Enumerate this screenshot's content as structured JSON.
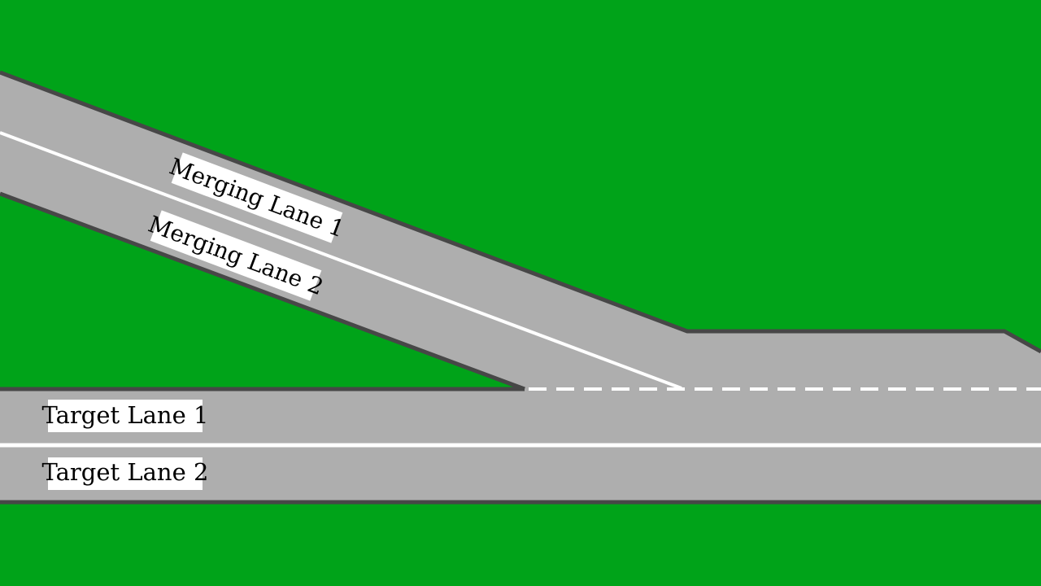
{
  "colors": {
    "grass": "#00a319",
    "road": "#aeaeae",
    "edge": "#474747",
    "marking": "#ffffff",
    "label_bg": "#ffffff",
    "label_text": "#000000"
  },
  "labels": {
    "merging_lane_1": "Merging Lane 1",
    "merging_lane_2": "Merging Lane 2",
    "target_lane_1": "Target Lane 1",
    "target_lane_2": "Target Lane 2"
  }
}
